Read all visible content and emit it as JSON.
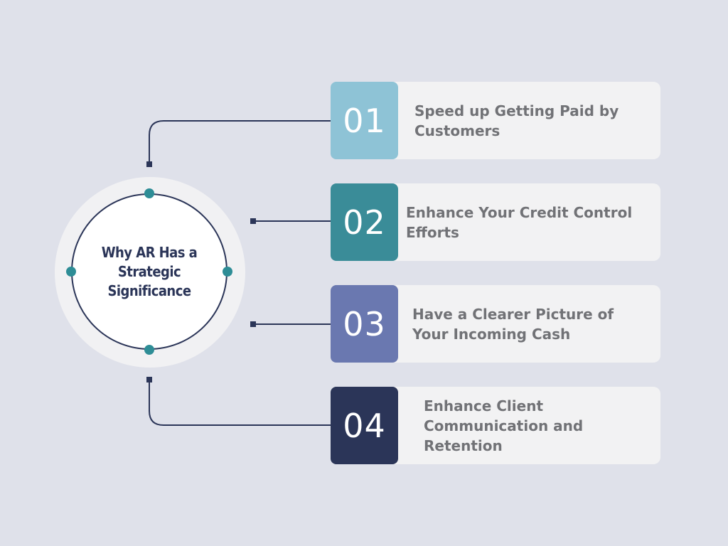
{
  "center": {
    "title": "Why AR Has a Strategic Significance"
  },
  "colors": {
    "background": "#dfe1ea",
    "line": "#2b3558",
    "dot": "#2e8d96",
    "panel": "#f2f2f3",
    "text": "#717276"
  },
  "items": [
    {
      "number": "01",
      "text": "Speed up Getting Paid by Customers",
      "color": "#8ec3d6"
    },
    {
      "number": "02",
      "text": "Enhance Your Credit Control Efforts",
      "color": "#3a8c98"
    },
    {
      "number": "03",
      "text": "Have a Clearer Picture of Your Incoming Cash",
      "color": "#6a78b0"
    },
    {
      "number": "04",
      "text": "Enhance Client Communication and Retention",
      "color": "#2b3558"
    }
  ]
}
